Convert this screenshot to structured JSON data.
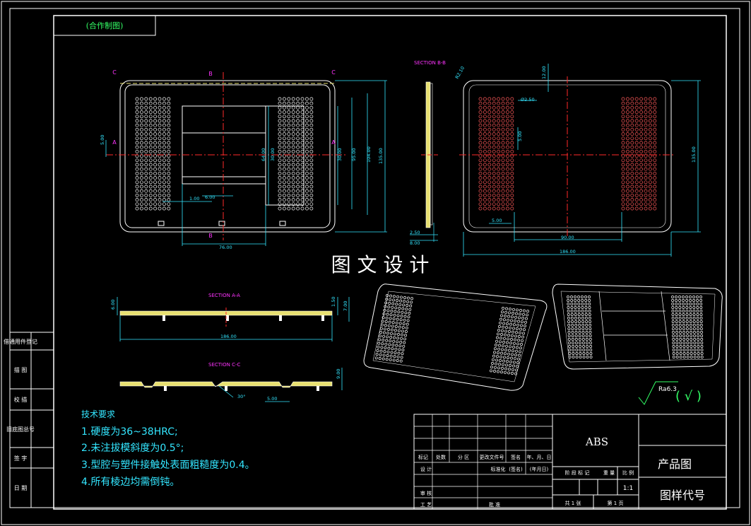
{
  "colors": {
    "background": "#000000",
    "frame": "#ffffff",
    "section_label": "#ff33ff",
    "dimension": "#33e6ff",
    "centerline": "#ff2a2a",
    "part_fill": "#e8e070",
    "notes_text": "#33e6ff",
    "title_text": "#ffffff",
    "roughness": "#33ff66"
  },
  "stamp_box_text": "(合作制图)",
  "watermark": "图 文 设 计",
  "left_strip": [
    "借通用件登记",
    "描 图",
    "校 描",
    "旧底图总号",
    "签 字",
    "日 期"
  ],
  "plan_view": {
    "section_marks": [
      "C",
      "B",
      "C",
      "A",
      "A",
      "B"
    ],
    "dims": [
      "5.00",
      "1.00",
      "6.00",
      "76.00",
      "64.00",
      "30.00",
      "30.00",
      "95.00",
      "104.00",
      "135.00"
    ]
  },
  "section_bb": {
    "title": "SECTION B-B",
    "dims": [
      "R2.10",
      "2.50",
      "8.00"
    ]
  },
  "top_view": {
    "dims": [
      "12.00",
      "Ø2.50",
      "5.00",
      "5.00",
      "90.00",
      "186.00",
      "135.00"
    ]
  },
  "section_aa": {
    "title": "SECTION A-A",
    "dims": [
      "6.00",
      "1.50",
      "7.00",
      "186.00"
    ]
  },
  "section_cc": {
    "title": "SECTION C-C",
    "dims": [
      "30°",
      "5.00",
      "9.00"
    ]
  },
  "roughness": {
    "value": "Ra6.3",
    "mark": "( √ )"
  },
  "notes": {
    "title": "技术要求",
    "items": [
      "1.硬度为36~38HRC;",
      "2.未注拔模斜度为0.5°;",
      "3.型腔与塑件接触处表面粗糙度为0.4。",
      "4.所有棱边均需倒钝。"
    ]
  },
  "title_block": {
    "material": "ABS",
    "product_label": "产品图",
    "drawing_code_label": "图样代号",
    "rev_headers": [
      "标记",
      "处数",
      "分 区",
      "更改文件号",
      "签名",
      "年、月、日"
    ],
    "design": "设 计",
    "standardize": "标准化",
    "sign": "(签名)",
    "date": "(年月日)",
    "stage_headers": [
      "阶 段 标 记",
      "重 量",
      "比 例"
    ],
    "scale": "1:1",
    "review": "审 核",
    "process": "工 艺",
    "approve": "批 准",
    "sheets": [
      "共 1 张",
      "第 1 页"
    ]
  }
}
